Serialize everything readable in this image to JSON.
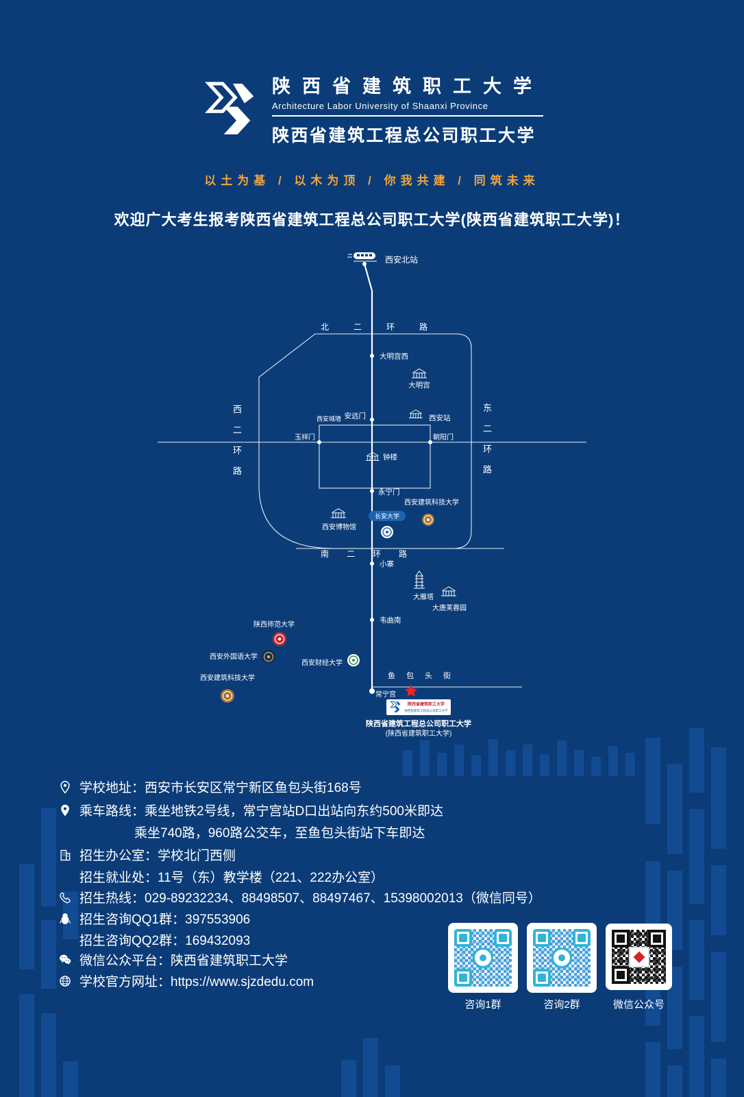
{
  "theme": {
    "background": "#0b3c78",
    "bar_color": "#1b57a8",
    "accent_orange": "#f2a53c",
    "white": "#ffffff",
    "star_red": "#ff1e1e",
    "logo_blue": "#1d63b0"
  },
  "header": {
    "title_cn": "陕西省建筑职工大学",
    "title_en": "Architecture Labor University of Shaanxi Province",
    "subtitle_cn": "陕西省建筑工程总公司职工大学"
  },
  "slogan": "以土为基 / 以木为顶 / 你我共建 / 同筑未来",
  "welcome": "欢迎广大考生报考陕西省建筑工程总公司职工大学(陕西省建筑职工大学)！",
  "map": {
    "north_station": "西安北站",
    "north_ring": "北二环路",
    "damingong_west": "大明宫西",
    "damingong": "大明宫",
    "anyuanmen": "安远门",
    "city_wall": "西安城墙",
    "xian_station": "西安站",
    "yuxiangmen": "玉祥门",
    "chaoyangmen": "朝阳门",
    "bell_tower": "钟楼",
    "west_ring": "西二环路",
    "east_ring": "东二环路",
    "yongningmen": "永宁门",
    "jianda_north": "西安建筑科技大学",
    "changan_univ": "长安大学",
    "xian_museum": "西安博物馆",
    "south_ring": "南二环路",
    "xiaozhai": "小寨",
    "dayanta": "大雁塔",
    "datang_park": "大唐芙蓉园",
    "weiqunan": "韦曲南",
    "shaanxi_normal": "陕西师范大学",
    "xisu": "西安外国语大学",
    "xufe": "西安财经大学",
    "jianda_south": "西安建筑科技大学",
    "yubaotou_street": "鱼包头街",
    "changninggong": "常宁宫",
    "box_line1": "陕西省建筑职工大学",
    "box_line2": "陕西省建筑工程总公司职工大学",
    "school_line1": "陕西省建筑工程总公司职工大学",
    "school_line2": "(陕西省建筑职工大学)"
  },
  "contact": {
    "address": "学校地址：西安市长安区常宁新区鱼包头街168号",
    "route1": "乘车路线：乘坐地铁2号线，常宁宫站D口出站向东约500米即达",
    "route2": "乘坐740路，960路公交车，至鱼包头街站下车即达",
    "office1": "招生办公室：学校北门西侧",
    "office2": "招生就业处：11号（东）教学楼（221、222办公室）",
    "hotline": "招生热线：029-89232234、88498507、88497467、15398002013（微信同号）",
    "qq1": "招生咨询QQ1群：397553906",
    "qq2": "招生咨询QQ2群：169432093",
    "wechat": "微信公众平台：陕西省建筑职工大学",
    "website": "学校官方网址：https://www.sjzdedu.com"
  },
  "qr": {
    "group1_label": "咨询1群",
    "group2_label": "咨询2群",
    "wechat_label": "微信公众号"
  }
}
